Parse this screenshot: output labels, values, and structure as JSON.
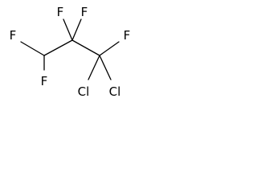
{
  "atoms": [
    {
      "id": "f-top-center-left",
      "label": "F"
    },
    {
      "id": "f-top-center-right",
      "label": "F"
    },
    {
      "id": "f-left",
      "label": "F"
    },
    {
      "id": "f-right",
      "label": "F"
    },
    {
      "id": "f-lower-left",
      "label": "F"
    },
    {
      "id": "cl-left",
      "label": "Cl"
    },
    {
      "id": "cl-right",
      "label": "Cl"
    }
  ]
}
